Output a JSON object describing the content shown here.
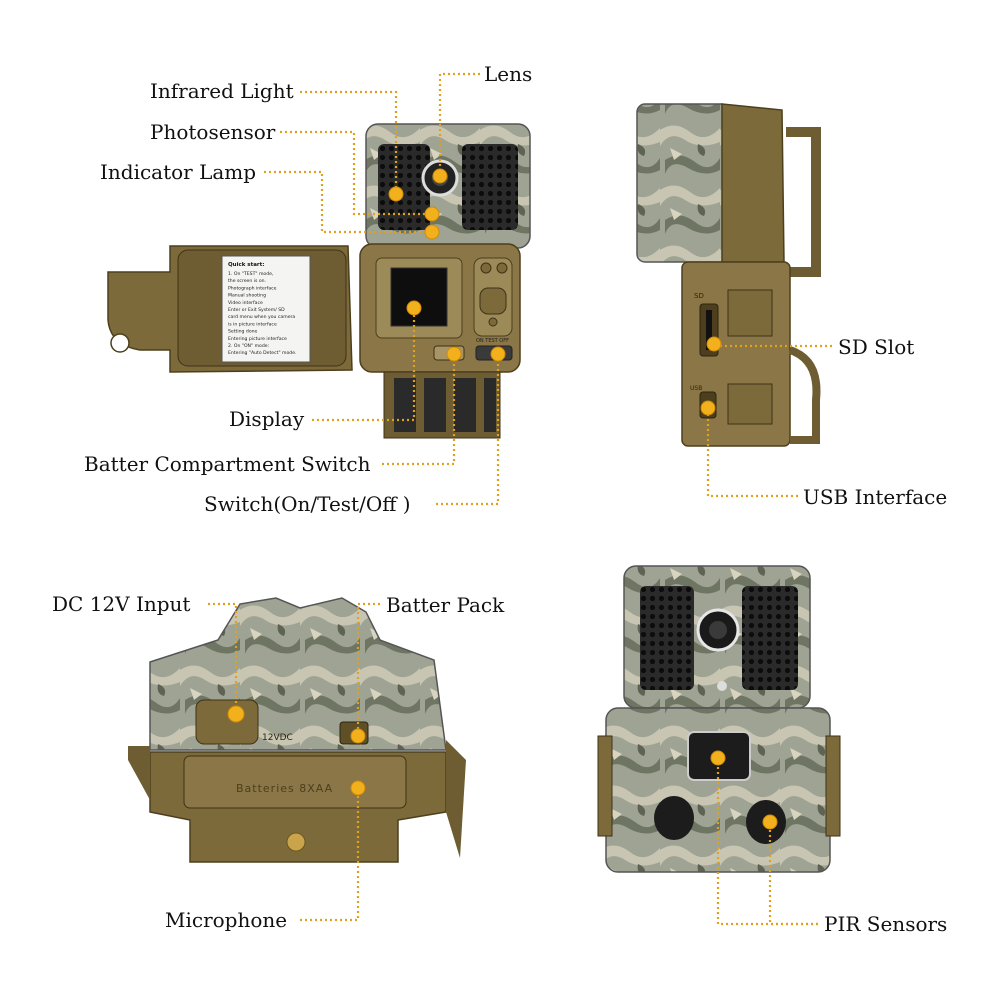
{
  "labels": {
    "infrared_light": "Infrared Light",
    "lens": "Lens",
    "photosensor": "Photosensor",
    "indicator_lamp": "Indicator Lamp",
    "display": "Display",
    "battery_compartment_switch": "Batter Compartment Switch",
    "power_switch": "Switch(On/Test/Off )",
    "sd_slot": "SD Slot",
    "usb_interface": "USB Interface",
    "dc_input": "DC 12V Input",
    "battery_pack": "Batter Pack",
    "microphone": "Microphone",
    "pir_sensors": "PIR Sensors"
  },
  "device_text": {
    "quick_start_title": "Quick start:",
    "quick_start_lines": [
      "1. On \"TEST\" mode,",
      "the screen is on.",
      "Photograph interface",
      "Manual shooting",
      "Video interface",
      "Enter or Exit System/ SD",
      "card menu when you camera",
      "is in picture interface",
      "Setting done",
      "Entering picture interface",
      "2. On \"ON\" mode:",
      "Entering \"Auto Detect\" mode."
    ],
    "switch_marks": "ON TEST OFF",
    "side_sd": "SD",
    "side_usb": "USB",
    "dc_mark": "12VDC",
    "battery_mark": "Batteries  8XAA"
  },
  "colors": {
    "callout_dot": "#f2b11c",
    "leader_line": "#e0a21a",
    "housing": "#7d6a3b",
    "camo": "#9aa08a"
  }
}
